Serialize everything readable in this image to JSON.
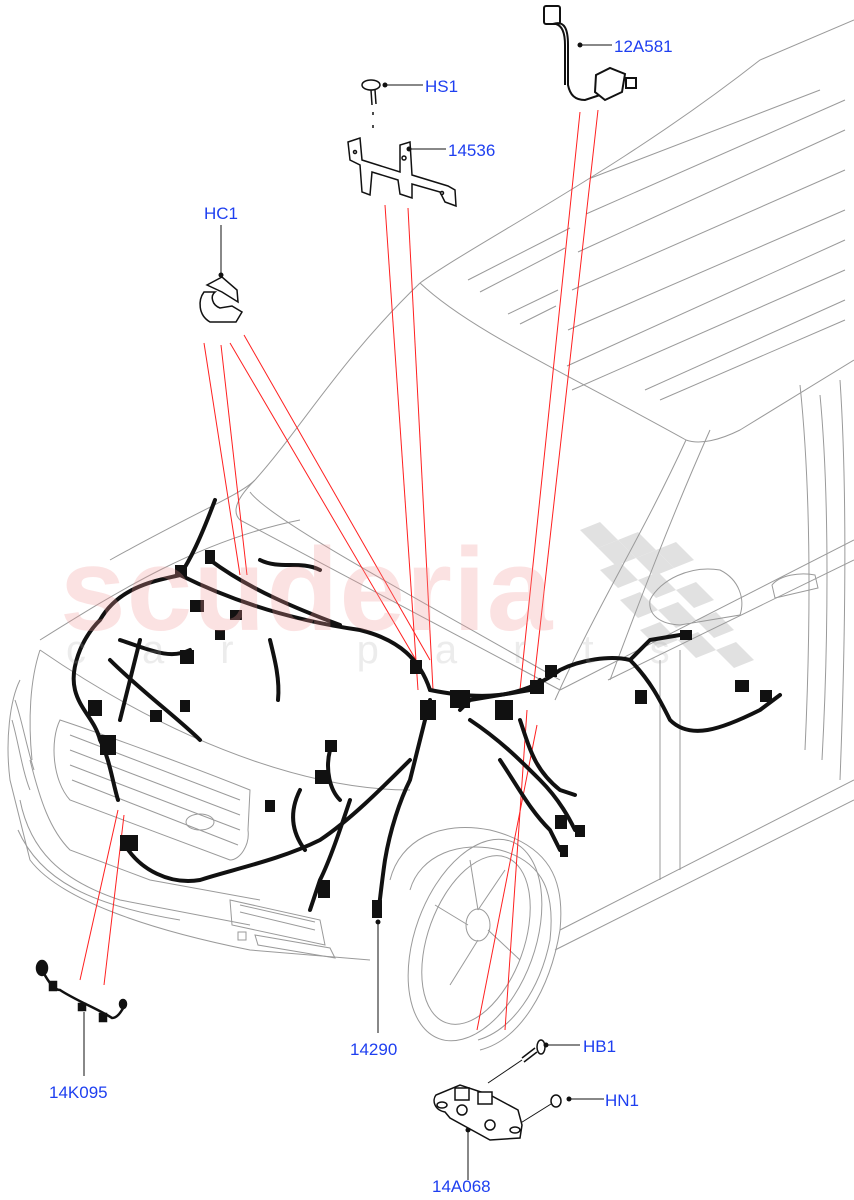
{
  "diagram": {
    "type": "parts-exploded-view",
    "subject": "front wiring harness on vehicle",
    "watermark": {
      "main_text": "scuderia",
      "sub_text": "car parts"
    },
    "colors": {
      "label": "#1e3ff0",
      "leader_line": "#000000",
      "pointer_line": "#ff2020",
      "vehicle_outline": "#9a9a9a",
      "harness": "#111111",
      "watermark_red": "#f09696",
      "watermark_gray": "#b4b4b4"
    },
    "callouts": [
      {
        "id": "12A581",
        "label": "12A581"
      },
      {
        "id": "HS1",
        "label": "HS1"
      },
      {
        "id": "14536",
        "label": "14536"
      },
      {
        "id": "HC1",
        "label": "HC1"
      },
      {
        "id": "14K095",
        "label": "14K095"
      },
      {
        "id": "14290",
        "label": "14290"
      },
      {
        "id": "HB1",
        "label": "HB1"
      },
      {
        "id": "HN1",
        "label": "HN1"
      },
      {
        "id": "14A068",
        "label": "14A068"
      }
    ]
  }
}
